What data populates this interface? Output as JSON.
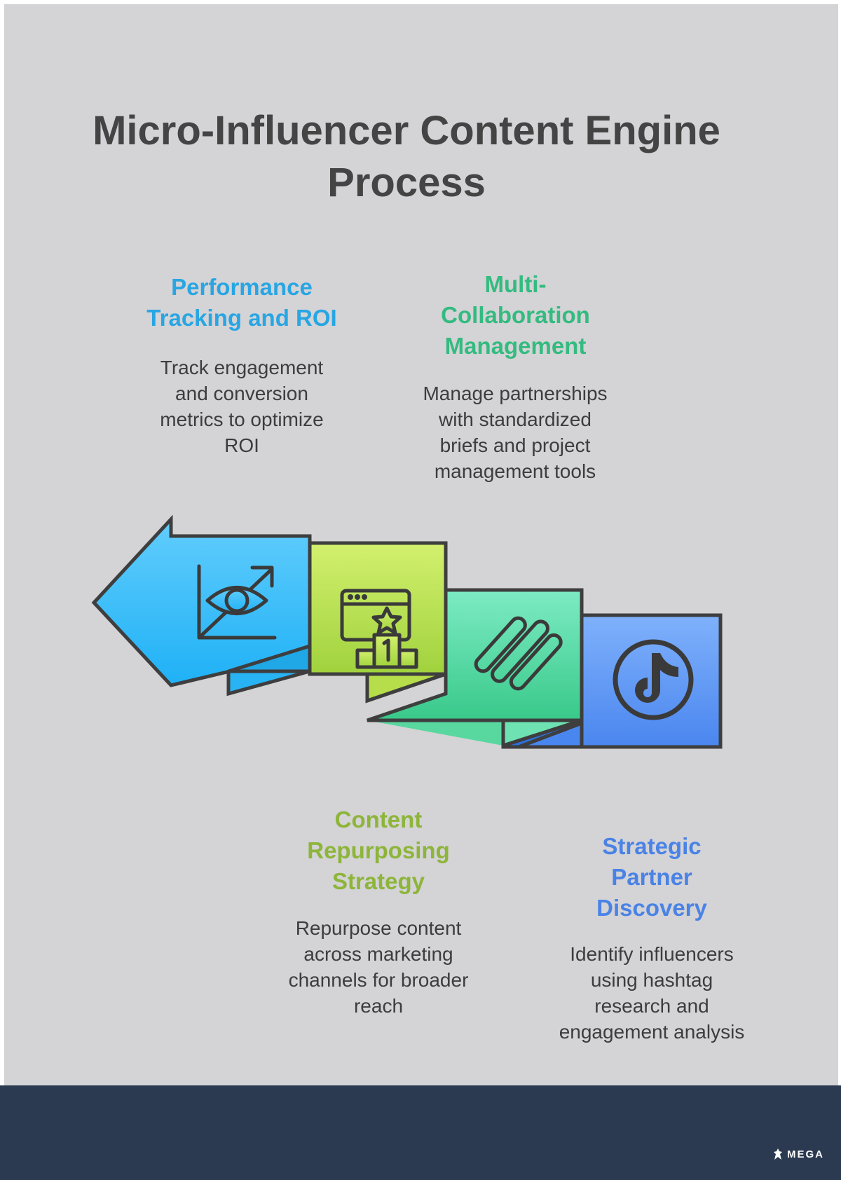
{
  "title": "Micro-Influencer Content Engine Process",
  "steps": [
    {
      "heading": "Performance Tracking and ROI",
      "description": "Track engagement and conversion metrics to optimize ROI",
      "color": "#28a6e3",
      "icon": "eye-growth-chart-icon"
    },
    {
      "heading": "Content Repurposing Strategy",
      "description": "Repurpose content across marketing channels for broader reach",
      "color": "#8db53a",
      "icon": "award-podium-icon"
    },
    {
      "heading": "Multi-Collaboration Management",
      "description": "Manage partnerships with standardized briefs and project management tools",
      "color": "#34bb80",
      "icon": "link-pills-icon"
    },
    {
      "heading": "Strategic Partner Discovery",
      "description": "Identify influencers using hashtag research and engagement analysis",
      "color": "#4a83e6",
      "icon": "tiktok-icon"
    }
  ],
  "footer": {
    "logo_text": "MEGA"
  }
}
